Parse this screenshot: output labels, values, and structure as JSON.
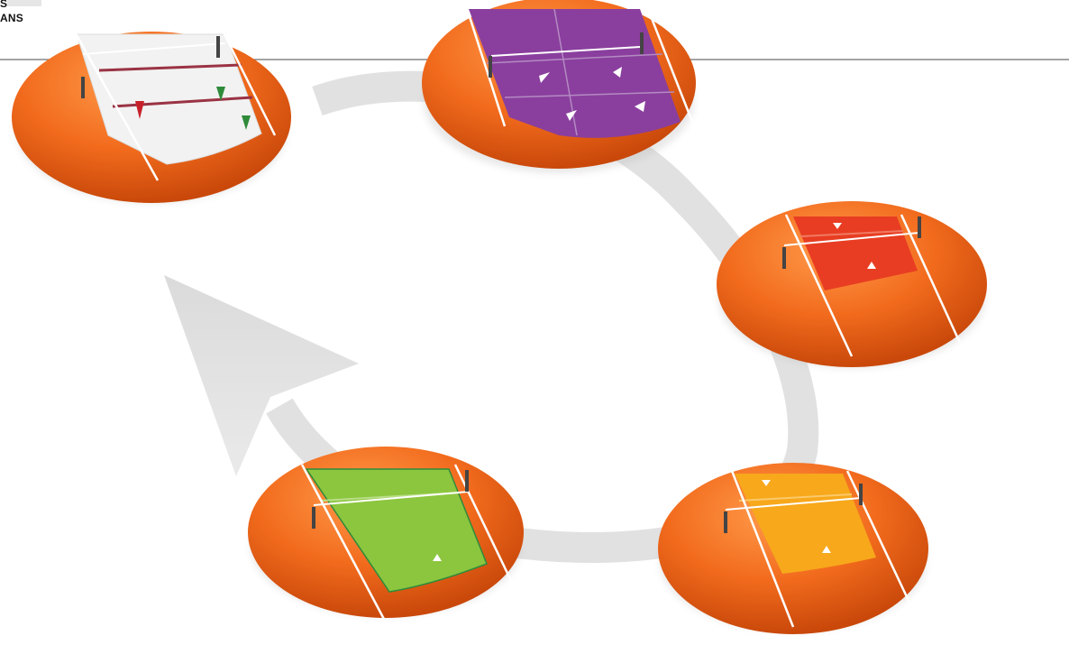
{
  "header": {
    "line1": "S",
    "line2": "ANS"
  },
  "colors": {
    "background": "#ffffff",
    "rule_line": "#6e6e6e",
    "cycle_arrow": "#dcdcdc",
    "court_base": "#f26b1d",
    "court_base_dark": "#c9480a",
    "court_lines": "#ffffff",
    "net_post": "#444444",
    "zone_white": "#f2f2f2",
    "zone_purple": "#8a3f9e",
    "zone_red": "#e83d22",
    "zone_yellow": "#f7a81b",
    "zone_green": "#8cc63f"
  },
  "stages": [
    {
      "name": "white-zone-court",
      "zone_color": "zone_white"
    },
    {
      "name": "purple-zone-court",
      "zone_color": "zone_purple"
    },
    {
      "name": "red-zone-court",
      "zone_color": "zone_red"
    },
    {
      "name": "yellow-zone-court",
      "zone_color": "zone_yellow"
    },
    {
      "name": "green-zone-court",
      "zone_color": "zone_green"
    }
  ]
}
